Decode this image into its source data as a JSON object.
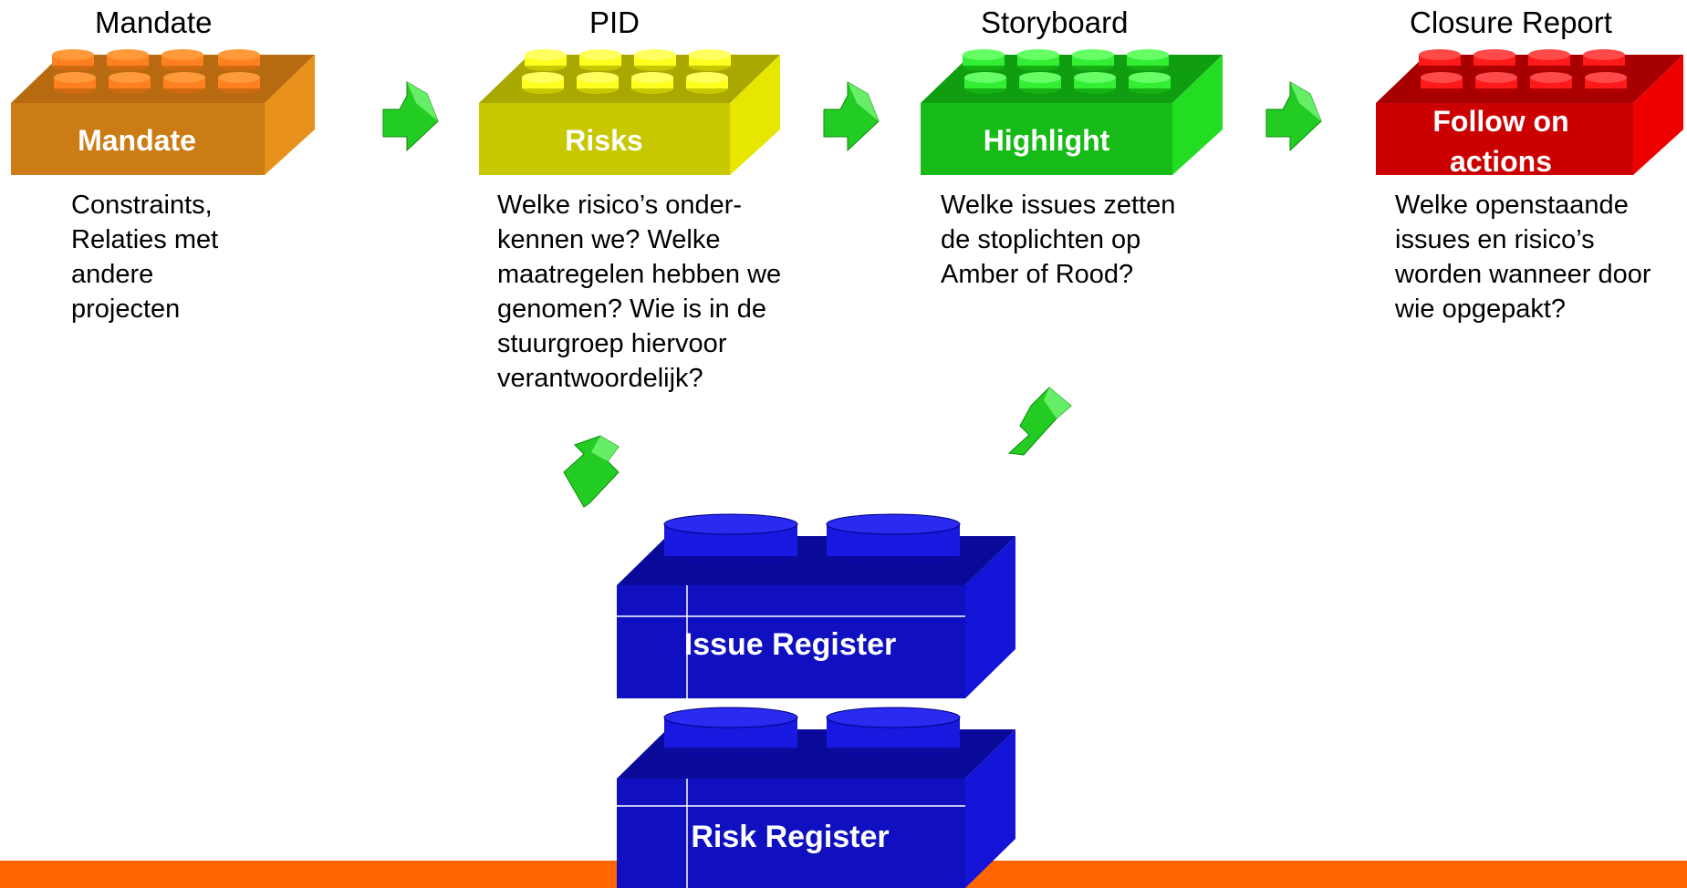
{
  "stages": [
    {
      "title": "Mandate",
      "brick": [
        "Mandate"
      ],
      "description": [
        "Constraints,",
        "Relaties met",
        "andere",
        "projecten"
      ],
      "color": "#e08a1e",
      "stud": "#ff8a20"
    },
    {
      "title": "PID",
      "brick": [
        "Risks"
      ],
      "description": [
        "Welke risico’s onder-",
        "kennen we? Welke",
        "maatregelen hebben we",
        "genomen? Wie is in de",
        "stuurgroep hiervoor",
        "verantwoordelijk?"
      ],
      "color": "#d9d900",
      "stud": "#ffff33"
    },
    {
      "title": "Storyboard",
      "brick": [
        "Highlight"
      ],
      "description": [
        "Welke issues zetten",
        "de stoplichten op",
        "Amber of Rood?"
      ],
      "color": "#19c419",
      "stud": "#33ff33"
    },
    {
      "title": "Closure Report",
      "brick": [
        "Follow on",
        "actions"
      ],
      "description": [
        "Welke openstaande",
        "issues en risico’s",
        "worden wanneer door",
        "wie opgepakt?"
      ],
      "color": "#d80000",
      "stud": "#ff2020"
    }
  ],
  "registers": [
    {
      "label": "Issue Register"
    },
    {
      "label": "Risk Register"
    }
  ],
  "colors": {
    "arrow": "#22cc22",
    "register": "#1010c8",
    "bottom_bar": "#ff6600"
  }
}
